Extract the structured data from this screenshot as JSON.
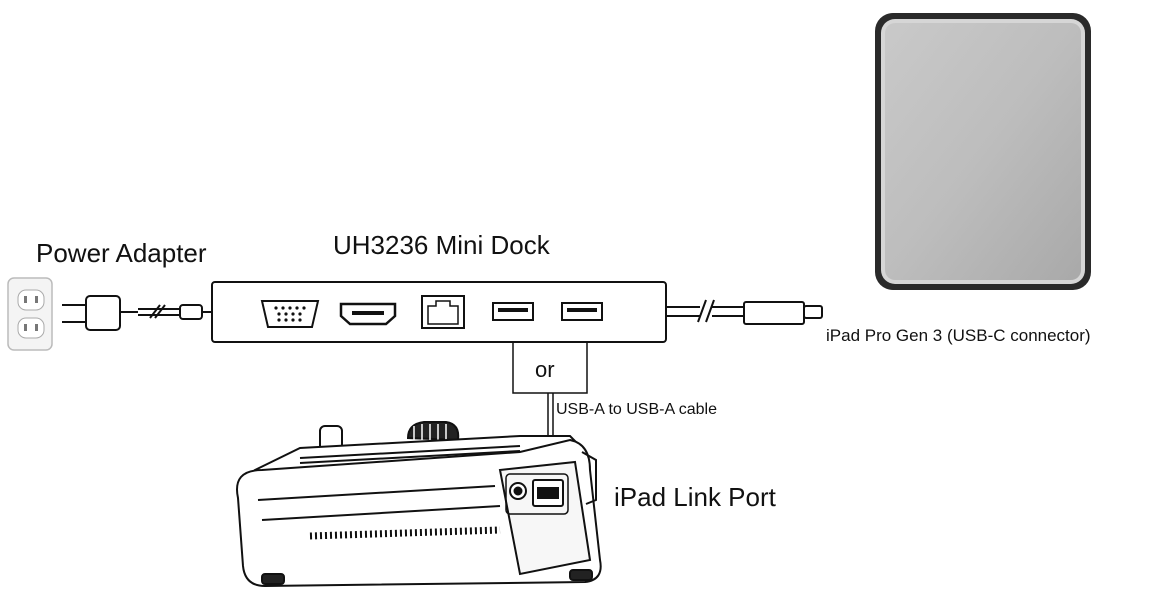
{
  "labels": {
    "power_adapter": "Power Adapter",
    "dock_name": "UH3236 Mini Dock",
    "ipad": "iPad Pro Gen 3 (USB-C connector)",
    "or": "or",
    "cable": "USB-A to USB-A cable",
    "link_port": "iPad Link Port"
  },
  "icons": {
    "outlet": "wall-outlet-icon",
    "plug": "power-plug-icon",
    "dock": "usb-c-dock-icon",
    "vga": "vga-port-icon",
    "hdmi": "hdmi-port-icon",
    "ethernet": "ethernet-port-icon",
    "usb_a": "usb-a-port-icon",
    "usb_c": "usb-c-connector-icon",
    "tablet": "ipad-tablet-icon",
    "switcher": "video-switcher-icon"
  },
  "colors": {
    "line": "#111111",
    "tablet_screen": "#b9b9b9",
    "tablet_frame": "#2a2a2a"
  }
}
